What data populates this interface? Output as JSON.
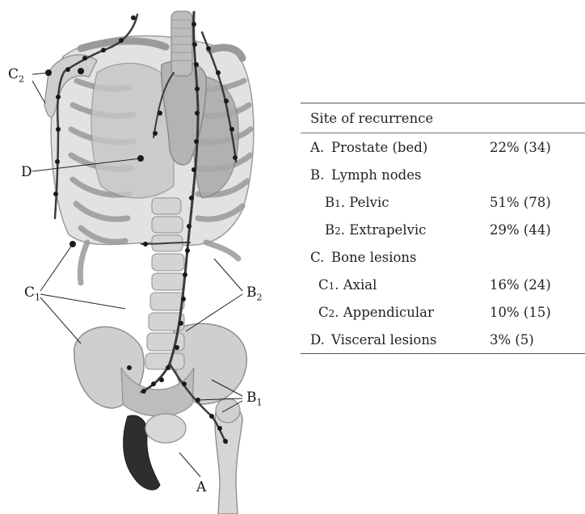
{
  "figure": {
    "callouts": {
      "c2": {
        "letter": "C",
        "sub": "2"
      },
      "d": {
        "letter": "D",
        "sub": ""
      },
      "c1": {
        "letter": "C",
        "sub": "1"
      },
      "b2": {
        "letter": "B",
        "sub": "2"
      },
      "b1": {
        "letter": "B",
        "sub": "1"
      },
      "a": {
        "letter": "A",
        "sub": ""
      }
    },
    "colors": {
      "bone": "#c9c9c9",
      "bone_shadow": "#8f8f8f",
      "organ": "#b5b5b5",
      "vessel": "#3a3a3a",
      "node": "#1a1a1a",
      "rectum": "#2e2e2e"
    }
  },
  "table": {
    "header": "Site of recurrence",
    "rows": [
      {
        "letter": "A.",
        "label": "Prostate (bed)",
        "value": "22% (34)"
      },
      {
        "letter": "B.",
        "label": "Lymph nodes",
        "value": ""
      },
      {
        "letter": "B",
        "sub": "1",
        "label": ". Pelvic",
        "value": "51% (78)"
      },
      {
        "letter": "B",
        "sub": "2",
        "label": ". Extrapelvic",
        "value": "29% (44)"
      },
      {
        "letter": "C.",
        "label": "Bone lesions",
        "value": ""
      },
      {
        "letter": "C",
        "sub": "1",
        "label": ". Axial",
        "value": "16% (24)"
      },
      {
        "letter": "C",
        "sub": "2",
        "label": ". Appendicular",
        "value": "10% (15)"
      },
      {
        "letter": "D.",
        "label": "Visceral lesions",
        "value": "3% (5)"
      }
    ]
  }
}
